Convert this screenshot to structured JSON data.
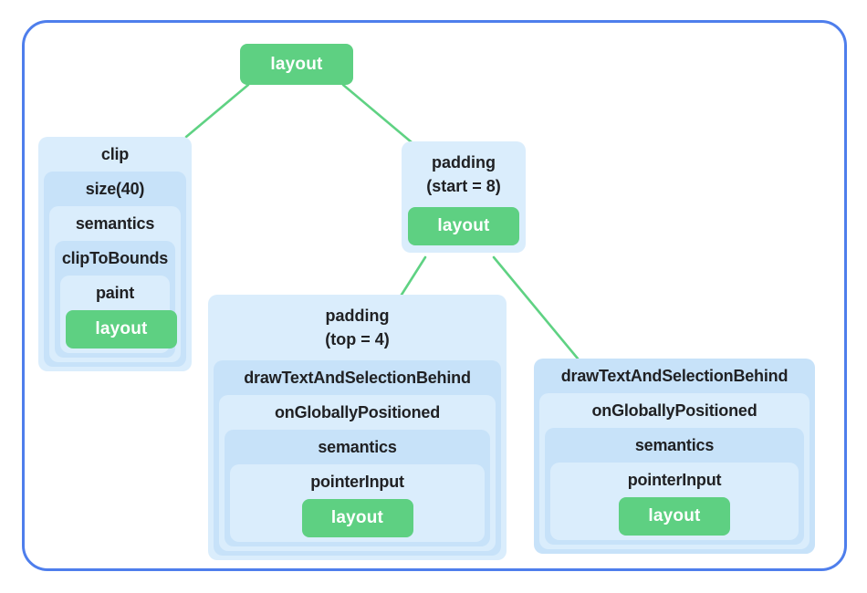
{
  "diagram": {
    "root": {
      "label": "layout"
    },
    "clip_tree": {
      "levels": [
        "clip",
        "size(40)",
        "semantics",
        "clipToBounds",
        "paint"
      ],
      "leaf": "layout"
    },
    "padding_start_tree": {
      "title_line1": "padding",
      "title_line2": "(start = 8)",
      "leaf": "layout"
    },
    "padding_top_tree": {
      "title_line1": "padding",
      "title_line2": "(top = 4)",
      "levels": [
        "drawTextAndSelectionBehind",
        "onGloballyPositioned",
        "semantics",
        "pointerInput"
      ],
      "leaf": "layout"
    },
    "draw_text_tree": {
      "levels": [
        "drawTextAndSelectionBehind",
        "onGloballyPositioned",
        "semantics",
        "pointerInput"
      ],
      "leaf": "layout"
    },
    "colors": {
      "frame_border": "#4E7EEC",
      "node_light": "#DAEDFC",
      "node_medium": "#C7E2F9",
      "leaf_green": "#5ED082",
      "edge_green": "#5FD283",
      "label_text": "#202124",
      "leaf_text": "#FFFFFF"
    }
  }
}
